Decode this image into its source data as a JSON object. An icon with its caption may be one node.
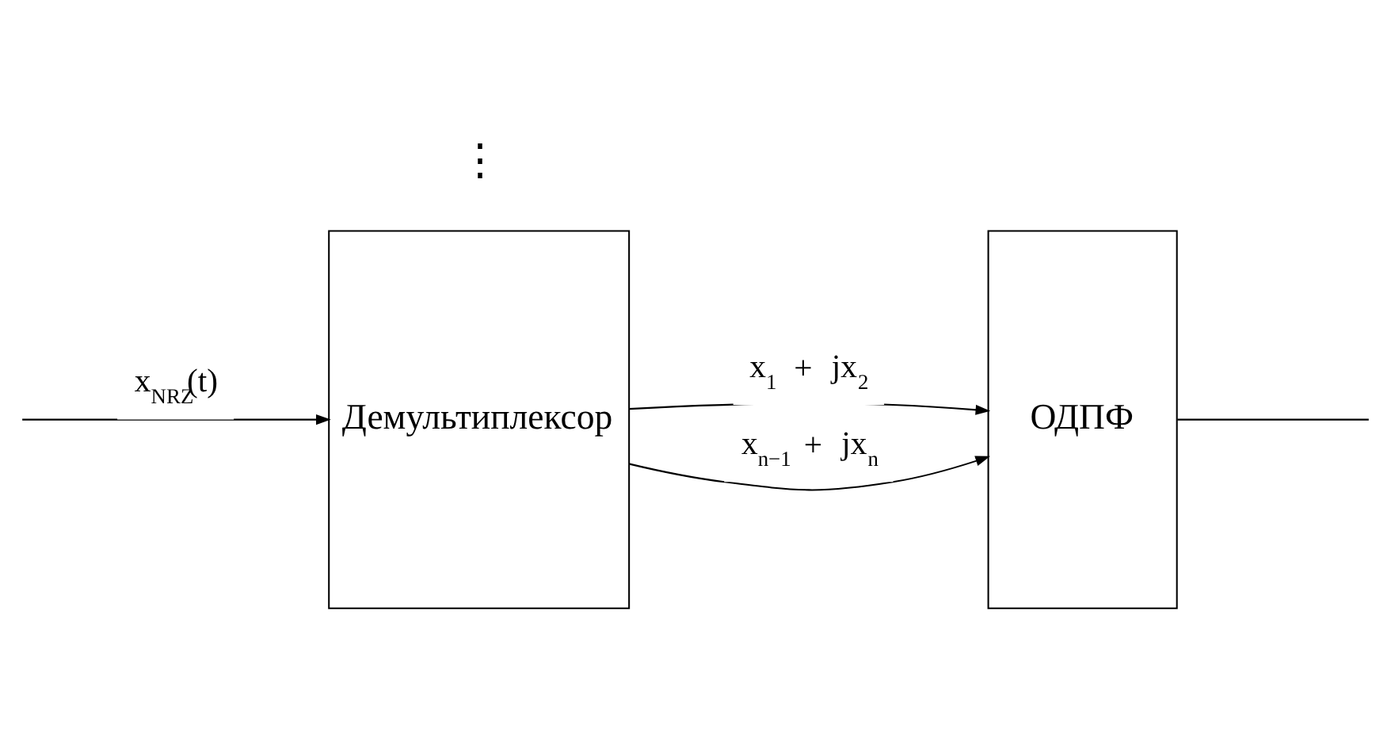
{
  "diagram": {
    "nodes": [
      {
        "text": [
          "Демультиплексор"
        ]
      },
      {
        "text": [
          "ОДПФ"
        ]
      }
    ],
    "edges": [
      {
        "from": null,
        "to": 0,
        "arrow": "to",
        "label": "x$_{NRZ}$(t)"
      },
      {
        "from": 0,
        "to": 1,
        "arrow": "to",
        "label": "x$_{1}$ + jx$_{2}$"
      },
      {
        "from": 0,
        "to": 1,
        "arrow": "to",
        "label": "x$_{n−1}$ + jx$_{n}$"
      },
      {
        "from": 1,
        "to": null,
        "arrow": "none"
      }
    ],
    "labels": [
      "⋮"
    ]
  }
}
